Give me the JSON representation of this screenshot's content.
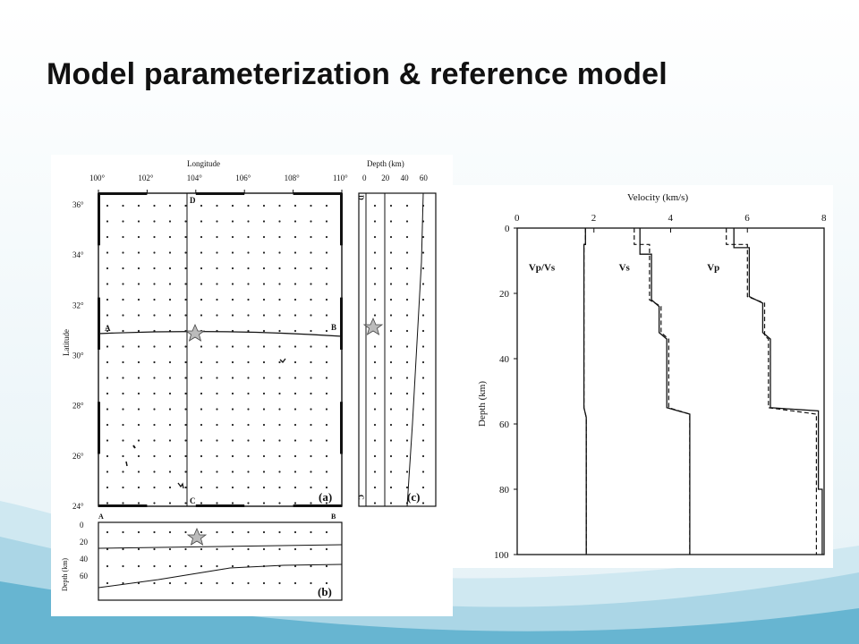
{
  "slide": {
    "title": "Model parameterization & reference model",
    "colors": {
      "text": "#111111",
      "wave_light": "#bfe0ec",
      "wave_dark": "#4aa6c8"
    }
  },
  "map_figure": {
    "x_axis": {
      "label": "Longitude",
      "ticks": [
        "100°",
        "102°",
        "104°",
        "106°",
        "108°",
        "110°"
      ]
    },
    "y_axis": {
      "label": "Latitude",
      "ticks": [
        "36°",
        "34°",
        "32°",
        "30°",
        "28°",
        "26°",
        "24°"
      ]
    },
    "profile_labels": {
      "a": "A",
      "b": "B",
      "c": "C",
      "d": "D"
    },
    "panel_labels": {
      "a": "(a)",
      "b": "(b)",
      "c": "(c)"
    },
    "depth_panel_c": {
      "label": "Depth (km)",
      "ticks": [
        "0",
        "20",
        "40",
        "60"
      ],
      "end_top": "D",
      "end_bottom": "C"
    },
    "depth_panel_b": {
      "label": "Depth (km)",
      "ticks": [
        "0",
        "20",
        "40",
        "60"
      ]
    },
    "star_icon": "star-icon"
  },
  "chart_data": {
    "type": "line",
    "title": "",
    "xlabel": "Velocity (km/s)",
    "ylabel": "Depth (km)",
    "xlim": [
      0,
      8
    ],
    "ylim": [
      0,
      100
    ],
    "x_ticks": [
      "0",
      "2",
      "4",
      "6",
      "8"
    ],
    "y_ticks": [
      "0",
      "20",
      "40",
      "60",
      "80",
      "100"
    ],
    "y_inverted": true,
    "grid": false,
    "series": [
      {
        "name": "Vp/Vs",
        "style": "solid",
        "points": [
          [
            1.78,
            0
          ],
          [
            1.78,
            5
          ],
          [
            1.74,
            5
          ],
          [
            1.74,
            20
          ],
          [
            1.74,
            55
          ],
          [
            1.8,
            58
          ],
          [
            1.8,
            100
          ]
        ]
      },
      {
        "name": "Vp/Vs",
        "style": "dashed",
        "points": [
          [
            1.78,
            0
          ],
          [
            1.78,
            5
          ],
          [
            1.74,
            5
          ],
          [
            1.74,
            20
          ],
          [
            1.74,
            55
          ],
          [
            1.8,
            58
          ],
          [
            1.8,
            100
          ]
        ]
      },
      {
        "name": "Vs",
        "style": "solid",
        "points": [
          [
            3.2,
            0
          ],
          [
            3.2,
            8
          ],
          [
            3.5,
            8
          ],
          [
            3.5,
            22
          ],
          [
            3.7,
            24
          ],
          [
            3.7,
            32
          ],
          [
            3.9,
            34
          ],
          [
            3.9,
            55
          ],
          [
            4.5,
            57
          ],
          [
            4.5,
            100
          ]
        ]
      },
      {
        "name": "Vs",
        "style": "dashed",
        "points": [
          [
            3.05,
            0
          ],
          [
            3.05,
            5
          ],
          [
            3.45,
            5
          ],
          [
            3.45,
            22
          ],
          [
            3.75,
            24
          ],
          [
            3.75,
            32
          ],
          [
            3.95,
            34
          ],
          [
            3.95,
            55
          ],
          [
            4.5,
            57
          ],
          [
            4.5,
            100
          ]
        ]
      },
      {
        "name": "Vp",
        "style": "solid",
        "points": [
          [
            5.65,
            0
          ],
          [
            5.65,
            6
          ],
          [
            6.05,
            6
          ],
          [
            6.05,
            21
          ],
          [
            6.4,
            23
          ],
          [
            6.4,
            32
          ],
          [
            6.6,
            34
          ],
          [
            6.6,
            55
          ],
          [
            7.85,
            56
          ],
          [
            7.85,
            80
          ],
          [
            7.95,
            80
          ],
          [
            7.95,
            100
          ]
        ]
      },
      {
        "name": "Vp",
        "style": "dashed",
        "points": [
          [
            5.45,
            0
          ],
          [
            5.45,
            5
          ],
          [
            6.0,
            5
          ],
          [
            6.0,
            21
          ],
          [
            6.45,
            23
          ],
          [
            6.45,
            33
          ],
          [
            6.55,
            34
          ],
          [
            6.55,
            55
          ],
          [
            7.8,
            57
          ],
          [
            7.8,
            100
          ]
        ]
      }
    ],
    "annotations": [
      {
        "text": "Vp/Vs",
        "x": 0.3,
        "y": 13
      },
      {
        "text": "Vs",
        "x": 2.65,
        "y": 13
      },
      {
        "text": "Vp",
        "x": 4.95,
        "y": 13
      }
    ]
  }
}
